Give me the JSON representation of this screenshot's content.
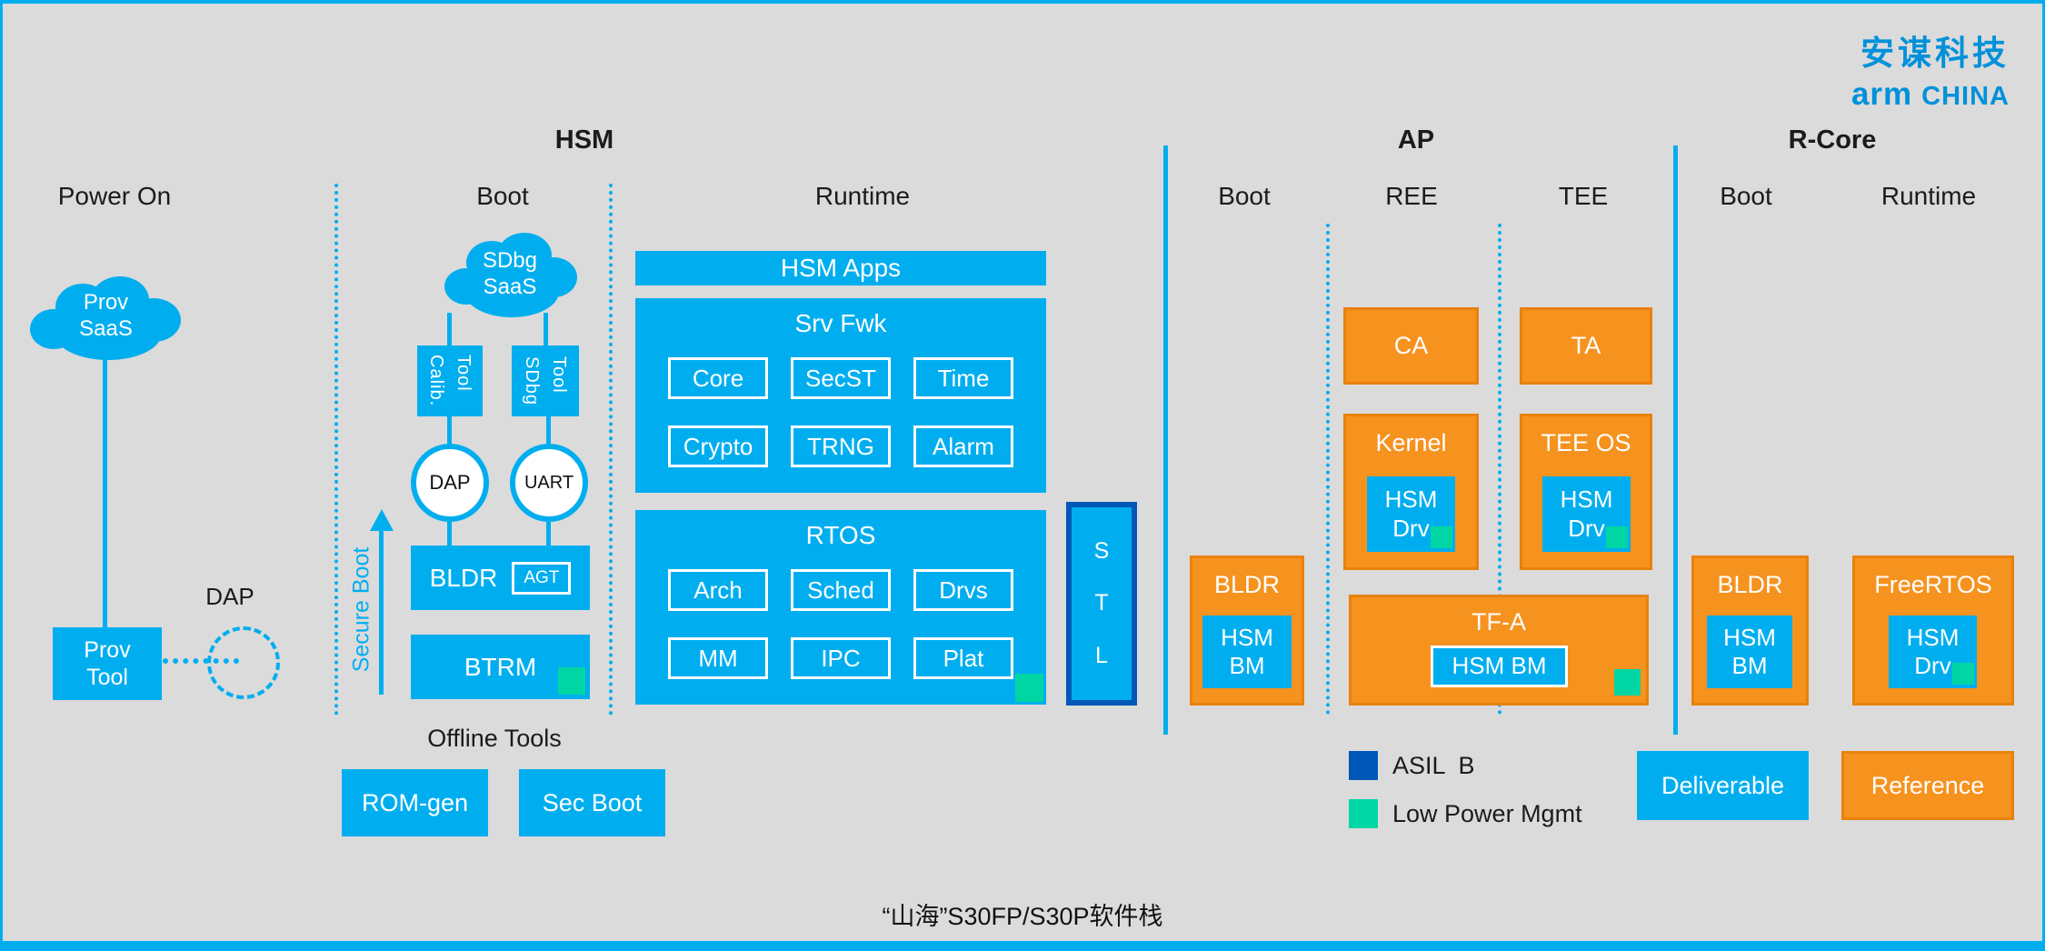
{
  "header": {
    "logo_cn": "安谋科技",
    "logo_arm": "arm",
    "logo_china": "CHINA"
  },
  "titles": {
    "hsm": "HSM",
    "ap": "AP",
    "rcore": "R-Core"
  },
  "columns": {
    "hsm_power_on": "Power On",
    "hsm_boot": "Boot",
    "hsm_runtime": "Runtime",
    "ap_boot": "Boot",
    "ap_ree": "REE",
    "ap_tee": "TEE",
    "rcore_boot": "Boot",
    "rcore_runtime": "Runtime"
  },
  "hsm": {
    "prov_saas": "Prov\nSaaS",
    "prov_tool": "Prov\nTool",
    "dap_label": "DAP",
    "sdbg_saas": "SDbg\nSaaS",
    "calib_tool": "Calib.\nTool",
    "sdbg_tool": "SDbg\nTool",
    "dap_circle": "DAP",
    "uart_circle": "UART",
    "bldr": "BLDR",
    "agt": "AGT",
    "btrm": "BTRM",
    "secure_boot": "Secure Boot",
    "offline_tools": "Offline Tools",
    "rom_gen": "ROM-gen",
    "sec_boot": "Sec Boot",
    "hsm_apps": "HSM Apps",
    "srv_fwk": "Srv Fwk",
    "srv_modules": [
      "Core",
      "SecST",
      "Time",
      "Crypto",
      "TRNG",
      "Alarm"
    ],
    "rtos": "RTOS",
    "rtos_modules": [
      "Arch",
      "Sched",
      "Drvs",
      "MM",
      "IPC",
      "Plat"
    ],
    "stl": "S\nT\nL"
  },
  "ap": {
    "bldr": "BLDR",
    "bldr_hsm_bm": "HSM\nBM",
    "ca": "CA",
    "ta": "TA",
    "kernel": "Kernel",
    "kernel_hsm_drv": "HSM\nDrv",
    "tee_os": "TEE OS",
    "tee_hsm_drv": "HSM\nDrv",
    "tfa": "TF-A",
    "tfa_hsm_bm": "HSM BM"
  },
  "rcore": {
    "bldr": "BLDR",
    "bldr_hsm_bm": "HSM\nBM",
    "freertos": "FreeRTOS",
    "freertos_hsm_drv": "HSM\nDrv",
    "deliverable": "Deliverable",
    "reference": "Reference"
  },
  "legend": {
    "asil_b": "ASIL  B",
    "low_power_mgmt": "Low Power Mgmt"
  },
  "caption": "“山海”S30FP/S30P软件栈",
  "colors": {
    "cyan": "#00AEEF",
    "orange": "#F6921E",
    "green": "#00D6A4",
    "dark_blue": "#0057B8",
    "background": "#DBDBDB",
    "logo_blue": "#0091DA"
  }
}
